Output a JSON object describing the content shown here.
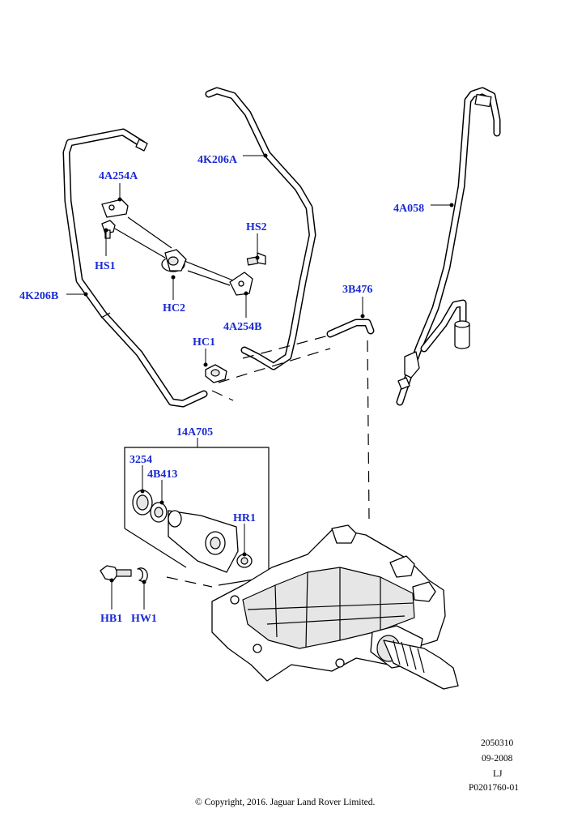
{
  "labels": {
    "hose_4K206A": "4K206A",
    "pipe_4A058": "4A058",
    "bracket_4A254A": "4A254A",
    "bolt_HS1": "HS1",
    "bolt_HS2": "HS2",
    "clip_HC2": "HC2",
    "bracket_4A254B": "4A254B",
    "hose_4K206B": "4K206B",
    "hose_3B476": "3B476",
    "clip_HC1": "HC1",
    "assembly_14A705": "14A705",
    "seal_3254": "3254",
    "bearing_4B413": "4B413",
    "ring_HR1": "HR1",
    "bolt_HB1": "HB1",
    "washer_HW1": "HW1"
  },
  "meta": {
    "code": "2050310",
    "date": "09-2008",
    "initials": "LJ",
    "drawing_number": "P0201760-01",
    "copyright": "© Copyright, 2016. Jaguar Land Rover Limited."
  },
  "colors": {
    "callout": "#1a2ad6",
    "line": "#000000"
  }
}
